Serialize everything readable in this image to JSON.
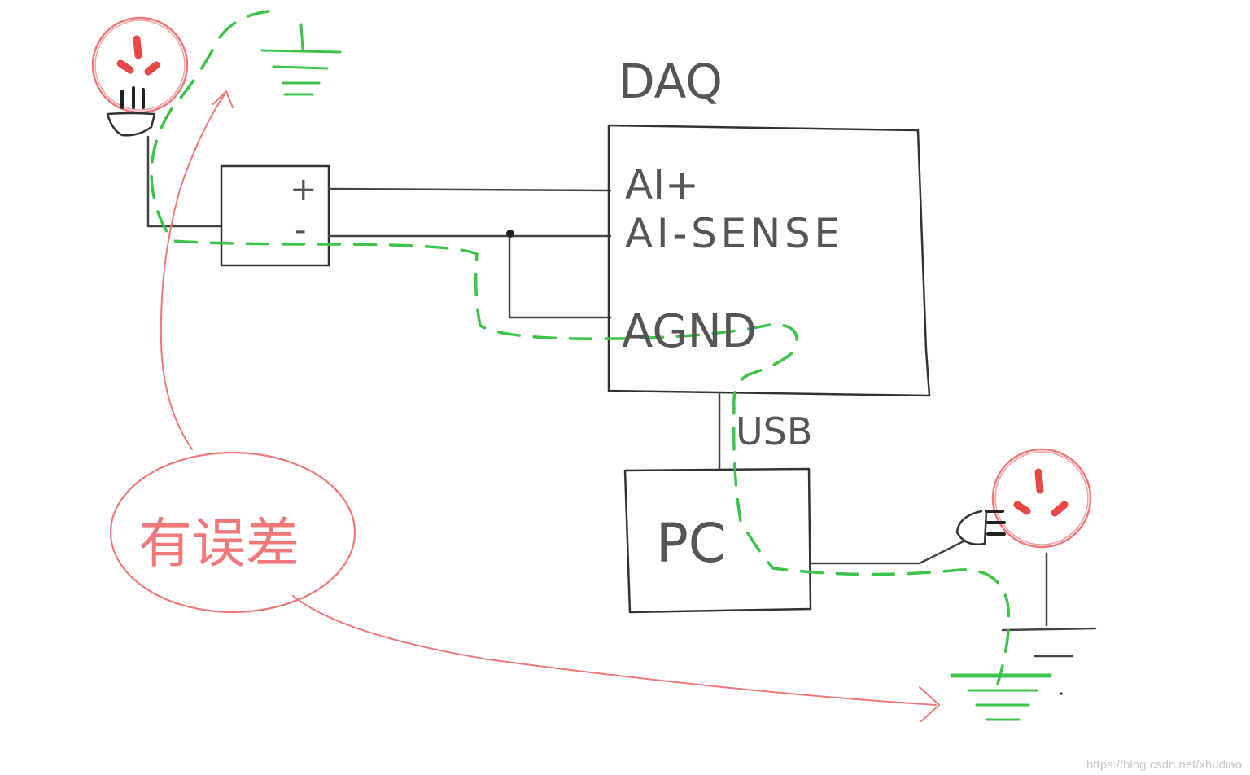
{
  "labels": {
    "daq": "DAQ",
    "ai_plus": "AI+",
    "ai_sense": "AI-SENSE",
    "agnd": "AGND",
    "usb": "USB",
    "pc": "PC",
    "plus_sign": "+",
    "minus_sign": "-",
    "error_note": "有误差"
  },
  "watermark": "https://blog.csdn.net/xhudiao",
  "colors": {
    "wire": "#3a3a3a",
    "ground_path": "#3cc34a",
    "annotation": "#f06b6b",
    "outlet": "#e84848"
  }
}
